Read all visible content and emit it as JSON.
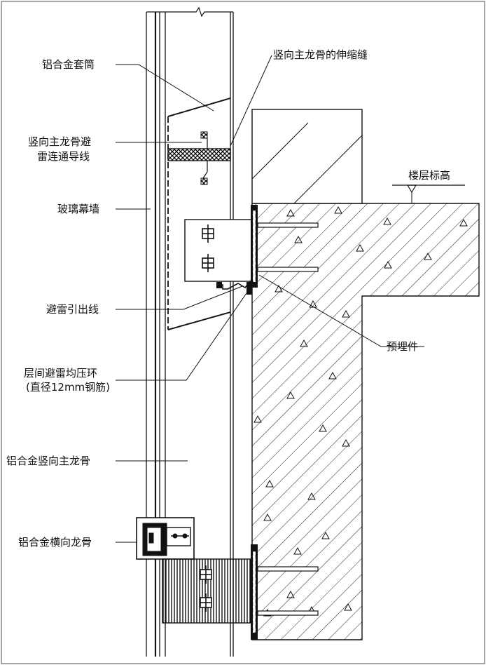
{
  "labels": {
    "sleeve": "铝合金套筒",
    "expansion_joint": "竖向主龙骨的伸缩缝",
    "conductor_line1": "竖向主龙骨避",
    "conductor_line2": "雷连通导线",
    "floor_level": "楼层标高",
    "glass_wall": "玻璃幕墙",
    "lead_out": "避雷引出线",
    "embedded": "预埋件",
    "ring_line1": "层间避雷均压环",
    "ring_line2": "(直径12mm钢筋)",
    "mullion": "铝合金竖向主龙骨",
    "transom": "铝合金横向龙骨"
  },
  "colors": {
    "ink": "#111111",
    "background": "#ffffff"
  }
}
